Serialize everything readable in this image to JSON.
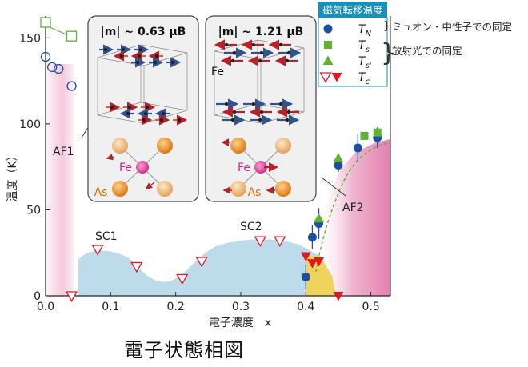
{
  "caption": "電子状態相図",
  "chart_data": {
    "type": "scatter",
    "xlabel": "電子濃度　x",
    "ylabel": "温度（K）",
    "xlim": [
      0,
      0.53
    ],
    "ylim": [
      0,
      172
    ],
    "x_ticks": [
      "0.0",
      "0.1",
      "0.2",
      "0.3",
      "0.4",
      "0.5"
    ],
    "y_ticks": [
      "0",
      "50",
      "100",
      "150"
    ],
    "legend": {
      "title": "磁気転移温度",
      "entries": [
        {
          "symbol": "T",
          "sub": "N",
          "marker": "circle-blue"
        },
        {
          "symbol": "T",
          "sub": "s",
          "marker": "square-green"
        },
        {
          "symbol": "T",
          "sub": "s'",
          "marker": "triangle-up-green"
        },
        {
          "symbol": "T",
          "sub": "c",
          "marker": "triangle-down-red-open-filled"
        }
      ],
      "notes": [
        "ミュオン・中性子での同定",
        "放射光での同定"
      ],
      "placement": "top-right"
    },
    "colors": {
      "blue": "#1f4fa0",
      "green": "#5fb233",
      "red": "#e01822",
      "sc_fill": "#bcdceb",
      "af_fill": "#f3c6da",
      "gold": "#f0d060"
    },
    "series": [
      {
        "name": "T_N (open, AF1)",
        "points": [
          [
            0.0,
            139
          ],
          [
            0.01,
            133
          ],
          [
            0.02,
            132
          ],
          [
            0.04,
            122
          ]
        ]
      },
      {
        "name": "T_s (open, AF1)",
        "points": [
          [
            0.0,
            159
          ],
          [
            0.04,
            151
          ]
        ]
      },
      {
        "name": "T_c (open)",
        "points": [
          [
            0.04,
            0
          ],
          [
            0.08,
            27
          ],
          [
            0.14,
            17
          ],
          [
            0.21,
            10
          ],
          [
            0.24,
            20
          ],
          [
            0.33,
            32
          ],
          [
            0.36,
            32
          ]
        ]
      },
      {
        "name": "T_N (filled)",
        "points": [
          [
            0.4,
            11
          ],
          [
            0.41,
            34
          ],
          [
            0.42,
            42
          ],
          [
            0.45,
            76
          ],
          [
            0.48,
            86
          ],
          [
            0.51,
            92
          ]
        ],
        "errors": [
          7,
          7,
          9,
          4,
          8,
          6
        ]
      },
      {
        "name": "T_s (filled)",
        "points": [
          [
            0.49,
            93
          ],
          [
            0.51,
            95
          ]
        ]
      },
      {
        "name": "T_s' (filled)",
        "points": [
          [
            0.42,
            45
          ],
          [
            0.45,
            80
          ]
        ]
      },
      {
        "name": "T_c (filled)",
        "points": [
          [
            0.4,
            23
          ],
          [
            0.41,
            19
          ],
          [
            0.42,
            20
          ],
          [
            0.45,
            0
          ]
        ]
      }
    ],
    "annotations": {
      "af1": "AF1",
      "af2": "AF2",
      "sc1": "SC1",
      "sc2": "SC2",
      "inset1_title": "|m| ~ 0.63 μB",
      "inset2_title": "|m| ~ 1.21 μB",
      "fe": "Fe",
      "as": "As"
    }
  }
}
